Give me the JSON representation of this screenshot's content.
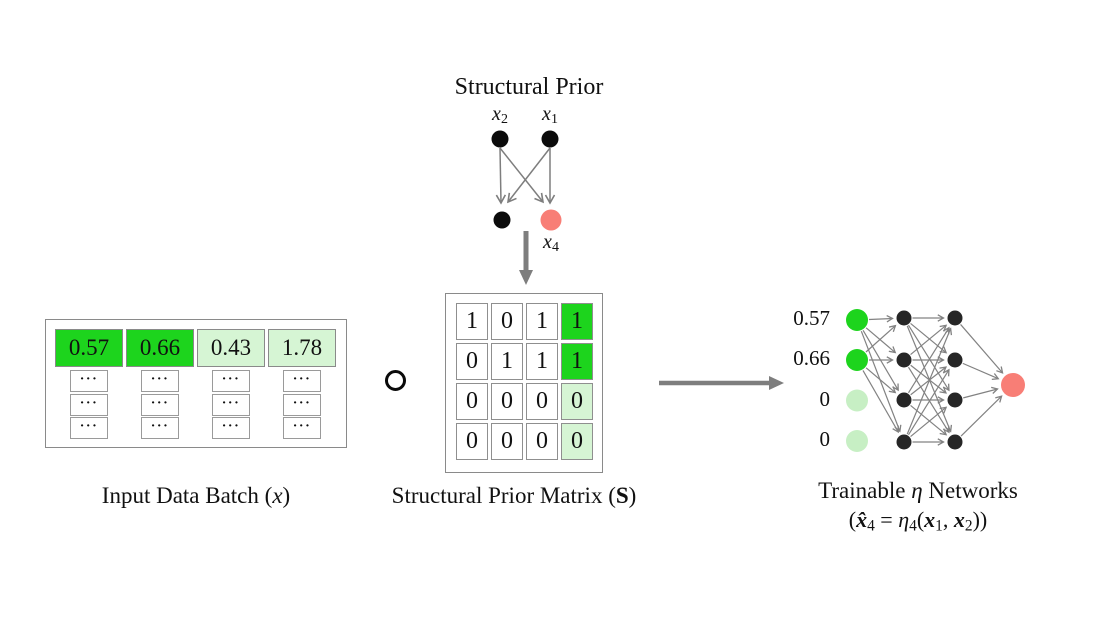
{
  "colors": {
    "bright_green": "#1DD41D",
    "light_green": "#D6F5D4",
    "node_light_green": "#C7EFC4",
    "pink": "#F87E76",
    "node_dark": "#262626",
    "edge_gray": "#828282",
    "arrow_gray": "#7E7E7E",
    "border_gray": "#8A8A8A"
  },
  "structural_prior": {
    "title": "Structural Prior",
    "x2_parts": [
      {
        "t": "x",
        "s": "i"
      },
      {
        "t": "2",
        "s": "sub"
      }
    ],
    "x1_parts": [
      {
        "t": "x",
        "s": "i"
      },
      {
        "t": "1",
        "s": "sub"
      }
    ],
    "x4_parts": [
      {
        "t": "x",
        "s": "i"
      },
      {
        "t": "4",
        "s": "sub"
      }
    ]
  },
  "input_batch": {
    "caption_parts": [
      {
        "t": "Input Data Batch (",
        "s": "n"
      },
      {
        "t": "x",
        "s": "i"
      },
      {
        "t": ")",
        "s": "n"
      }
    ],
    "header_values": [
      "0.57",
      "0.66",
      "0.43",
      "1.78"
    ],
    "header_fills": [
      "bright",
      "bright",
      "light",
      "light"
    ],
    "dots": "···",
    "dot_rows": 3
  },
  "operator": {
    "icon": "hadamard-circle"
  },
  "matrix": {
    "caption_parts": [
      {
        "t": "Structural Prior Matrix (",
        "s": "n"
      },
      {
        "t": "S",
        "s": "b"
      },
      {
        "t": ")",
        "s": "n"
      }
    ],
    "values": [
      [
        "1",
        "0",
        "1",
        "1"
      ],
      [
        "0",
        "1",
        "1",
        "1"
      ],
      [
        "0",
        "0",
        "0",
        "0"
      ],
      [
        "0",
        "0",
        "0",
        "0"
      ]
    ],
    "fills": [
      [
        "none",
        "none",
        "none",
        "bright"
      ],
      [
        "none",
        "none",
        "none",
        "bright"
      ],
      [
        "none",
        "none",
        "none",
        "light"
      ],
      [
        "none",
        "none",
        "none",
        "light"
      ]
    ]
  },
  "network": {
    "caption_parts": [
      {
        "t": "Trainable ",
        "s": "n"
      },
      {
        "t": "η",
        "s": "i"
      },
      {
        "t": " Networks",
        "s": "n"
      }
    ],
    "formula_parts": [
      {
        "t": "(",
        "s": "n"
      },
      {
        "t": "x̂",
        "s": "bi"
      },
      {
        "t": "4",
        "s": "sub"
      },
      {
        "t": " = ",
        "s": "n"
      },
      {
        "t": "η",
        "s": "i"
      },
      {
        "t": "4",
        "s": "sub"
      },
      {
        "t": "(",
        "s": "n"
      },
      {
        "t": "x",
        "s": "bi"
      },
      {
        "t": "1",
        "s": "sub"
      },
      {
        "t": ", ",
        "s": "n"
      },
      {
        "t": "x",
        "s": "bi"
      },
      {
        "t": "2",
        "s": "sub"
      },
      {
        "t": "))",
        "s": "n"
      }
    ],
    "input_labels": [
      "0.57",
      "0.66",
      "0",
      "0"
    ],
    "input_active": [
      true,
      true,
      false,
      false
    ],
    "layer_sizes": {
      "input": 4,
      "hidden1": 4,
      "hidden2": 4,
      "output": 1
    }
  }
}
